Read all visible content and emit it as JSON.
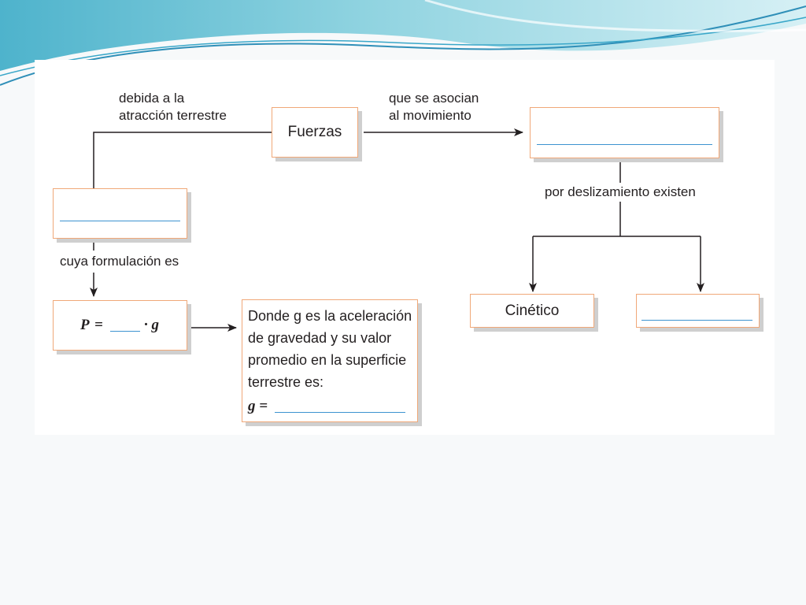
{
  "colors": {
    "box_border": "#f0a878",
    "blank_line": "#3d93d0",
    "arrow": "#231f20",
    "header_wave": "#5fc1d6"
  },
  "nodes": {
    "fuerzas": {
      "label": "Fuerzas"
    },
    "blank_top_right": {
      "label": ""
    },
    "blank_left": {
      "label": ""
    },
    "formula": {
      "p": "P",
      "eq": "=",
      "dot_g": "· g"
    },
    "description": {
      "lines": [
        "Donde g es la aceleración",
        "de gravedad y su valor",
        "promedio en la superficie",
        "terrestre es:"
      ],
      "g_eq": "g ="
    },
    "cinetico": {
      "label": "Cinético"
    },
    "blank_bottom_right": {
      "label": ""
    }
  },
  "edge_labels": {
    "debida": [
      "debida a la",
      "atracción terrestre"
    ],
    "asocian": [
      "que se asocian",
      "al movimiento"
    ],
    "formulacion": "cuya formulación es",
    "deslizamiento": "por deslizamiento existen"
  }
}
